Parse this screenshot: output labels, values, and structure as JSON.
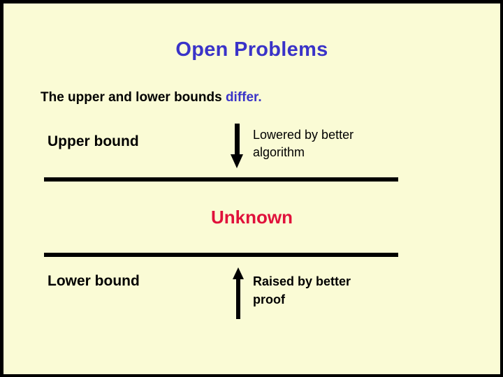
{
  "slide": {
    "title": "Open Problems",
    "background_color": "#FAFBD5",
    "frame_color": "#000000",
    "title_color": "#3A33C8",
    "accent_color": "#E0113B",
    "subtitle": {
      "text_plain": "The upper and lower bounds ",
      "text_emphasis": "differ.",
      "emphasis_color": "#3A33C8"
    },
    "upper_section": {
      "bound_label": "Upper bound",
      "arrow": "down-arrow",
      "note_line_1": "Lowered by better",
      "note_line_2": "algorithm"
    },
    "middle_section": {
      "label": "Unknown"
    },
    "lower_section": {
      "bound_label": "Lower bound",
      "arrow": "up-arrow",
      "note_line_1": "Raised by better",
      "note_line_2": "proof"
    }
  }
}
